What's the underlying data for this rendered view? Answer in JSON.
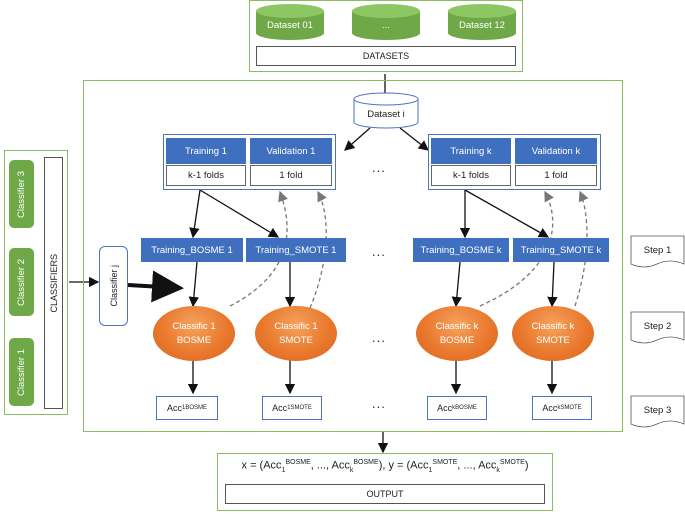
{
  "datasets": {
    "items": [
      "Dataset 01",
      "...",
      "Dataset 12"
    ],
    "label": "DATASETS"
  },
  "dataset_i": "Dataset  i",
  "folds": [
    {
      "training": "Training 1",
      "validation": "Validation 1",
      "k_minus_1": "k-1 folds",
      "one_fold": "1 fold"
    },
    {
      "training": "Training k",
      "validation": "Validation k",
      "k_minus_1": "k-1 folds",
      "one_fold": "1 fold"
    }
  ],
  "training_sets": [
    "Training_BOSME 1",
    "Training_SMOTE 1",
    "Training_BOSME k",
    "Training_SMOTE k"
  ],
  "classifiers_out": [
    {
      "l1": "Classific 1",
      "l2": "BOSME"
    },
    {
      "l1": "Classific 1",
      "l2": "SMOTE"
    },
    {
      "l1": "Classific k",
      "l2": "BOSME"
    },
    {
      "l1": "Classific k",
      "l2": "SMOTE"
    }
  ],
  "acc": [
    {
      "base": "Acc",
      "sub": "1",
      "sup": "BOSME"
    },
    {
      "base": "Acc",
      "sub": "1",
      "sup": "SMOTE"
    },
    {
      "base": "Acc",
      "sub": "k",
      "sup": "BOSME"
    },
    {
      "base": "Acc",
      "sub": "k",
      "sup": "SMOTE"
    }
  ],
  "ellipsis": "...",
  "classifier_j": "Classifier j",
  "classifiers": {
    "items": [
      "Classifier 3",
      "Classifier 2",
      "Classifier 1"
    ],
    "label": "CLASSIFIERS"
  },
  "steps": [
    "Step 1",
    "Step 2",
    "Step 3"
  ],
  "output": {
    "label": "OUTPUT",
    "formula": {
      "p1": "x = (Acc",
      "s1": "1",
      "u1": "BOSME",
      "p2": ", ..., Acc",
      "s2": "k",
      "u2": "BOSME",
      "p3": "), y = (Acc",
      "s3": "1",
      "u3": "SMOTE",
      "p4": ", ..., Acc",
      "s4": "k",
      "u4": "SMOTE",
      "p5": ")"
    }
  },
  "colors": {
    "green": "#6ea847",
    "blue": "#3f6fbf",
    "orange": "#e8762b",
    "frame": "#8dbb62"
  }
}
